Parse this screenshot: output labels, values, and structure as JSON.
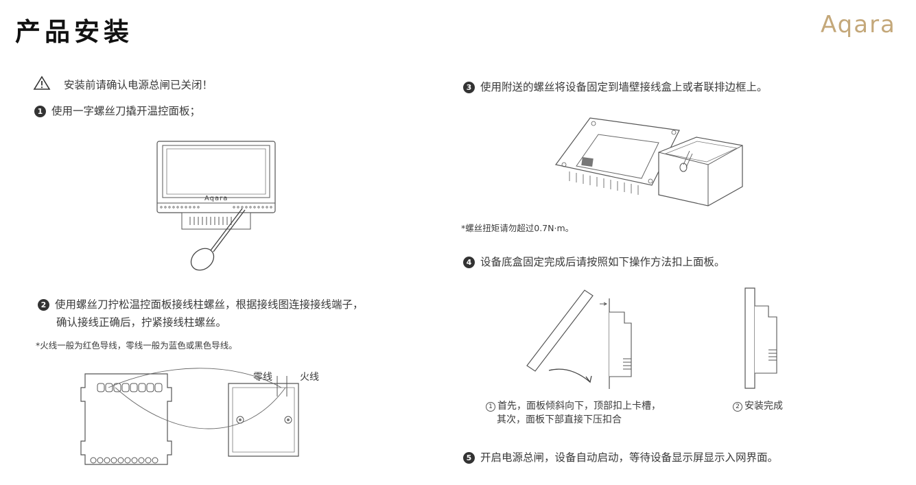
{
  "header": {
    "title": "产品安装",
    "brand": "Aqara"
  },
  "warning": {
    "icon": "warning-triangle-icon",
    "text": "安装前请确认电源总闸已关闭！"
  },
  "steps": {
    "s1": {
      "num": "1",
      "text": "使用一字螺丝刀撬开温控面板；"
    },
    "s2": {
      "num": "2",
      "line1": "使用螺丝刀拧松温控面板接线柱螺丝，根据接线图连接接线端子，",
      "line2": "确认接线正确后，拧紧接线柱螺丝。"
    },
    "s2_note": "*火线一般为红色导线，零线一般为蓝色或黑色导线。",
    "s3": {
      "num": "3",
      "text": "使用附送的螺丝将设备固定到墙壁接线盒上或者联排边框上。"
    },
    "s3_note": "*螺丝扭矩请勿超过0.7N·m。",
    "s4": {
      "num": "4",
      "text": "设备底盒固定完成后请按照如下操作方法扣上面板。"
    },
    "s4_cap1": {
      "num": "1",
      "line1": "首先，面板倾斜向下，顶部扣上卡槽，",
      "line2": "其次，面板下部直接下压扣合"
    },
    "s4_cap2": {
      "num": "2",
      "text": "安装完成"
    },
    "s5": {
      "num": "5",
      "text": "开启电源总闸，设备自动启动，等待设备显示屏显示入网界面。"
    }
  },
  "illustrations": {
    "panel_logo": "Aqara",
    "wiring_labels": {
      "neutral": "零线",
      "live": "火线"
    }
  },
  "colors": {
    "brand": "#c4a87a",
    "text": "#3a3a3a",
    "line": "#555555"
  }
}
